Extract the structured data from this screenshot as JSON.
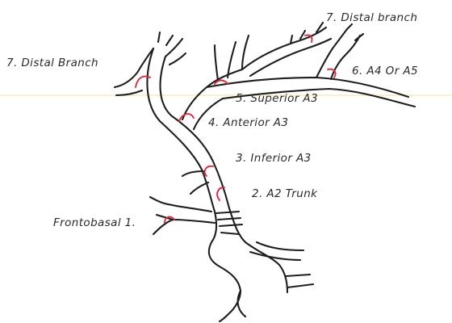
{
  "labels": {
    "distal_branch_left": "7. Distal Branch",
    "distal_branch_right": "7. Distal branch",
    "a4_a5": "6. A4 Or A5",
    "superior_a3": "5. Superior A3",
    "anterior_a3": "4. Anterior A3",
    "inferior_a3": "3. Inferior A3",
    "a2_trunk": "2. A2 Trunk",
    "frontobasal": "Frontobasal 1."
  },
  "colors": {
    "vessel_outline": "#1e1e1e",
    "branch_marker": "#e0263a",
    "label_text": "#2a2a2a",
    "paper": "#ffffff"
  }
}
